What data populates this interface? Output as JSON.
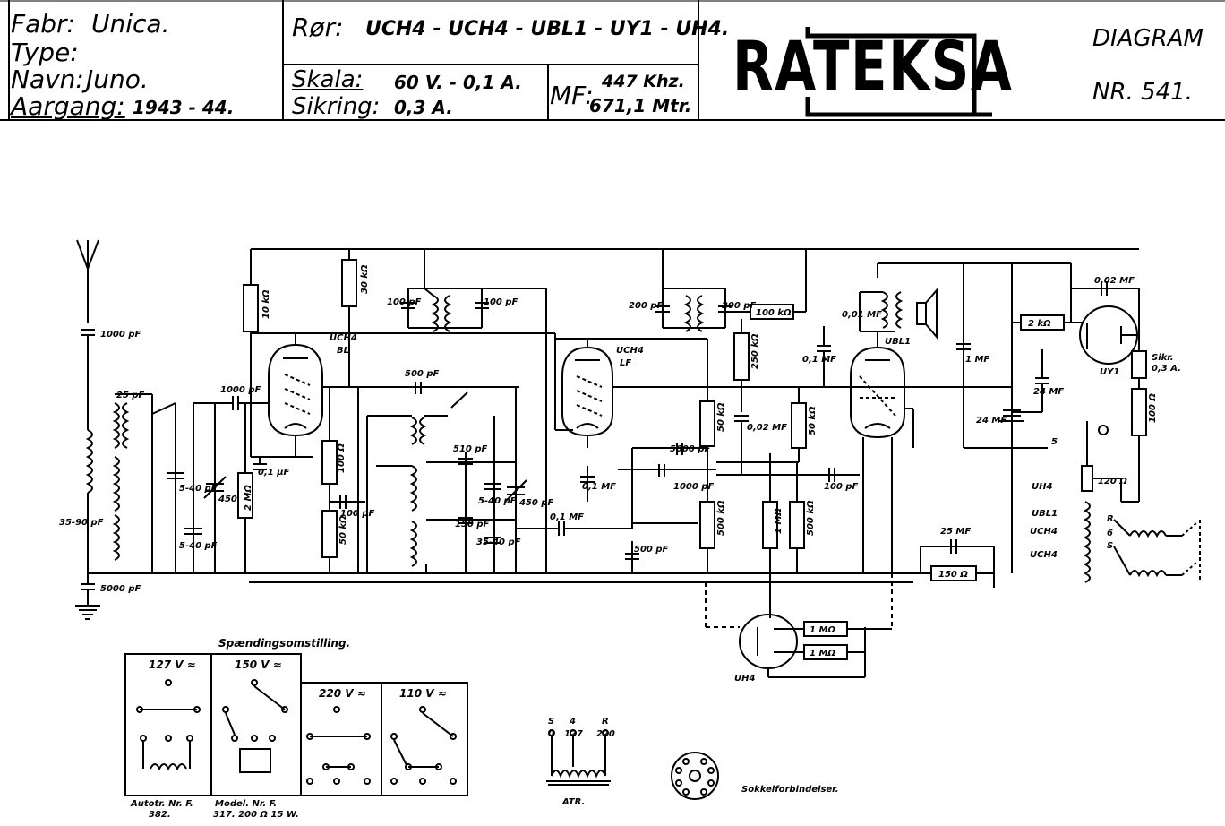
{
  "header": {
    "fabr_label": "Fabr:",
    "fabr_value": "Unica.",
    "type_label": "Type:",
    "navn_label": "Navn:",
    "navn_value": "Juno.",
    "aargang_label": "Aargang:",
    "aargang_value": "1943 - 44.",
    "ror_label": "Rør:",
    "ror_value": "UCH4 - UCH4 - UBL1 - UY1 - UH4.",
    "skala_label": "Skala:",
    "skala_value": "60 V. - 0,1 A.",
    "sikring_label": "Sikring:",
    "sikring_value": "0,3 A.",
    "mf_label": "MF:",
    "mf_value_1": "447 Khz.",
    "mf_value_2": "671,1 Mtr.",
    "logo_text": "RATEKSA",
    "diagram_label": "DIAGRAM",
    "diagram_number": "NR. 541."
  },
  "components": {
    "c_ant": "1000 pF",
    "c_gnd": "5000 pF",
    "c_25": "25 pF",
    "c_trim1": "35-90 pF",
    "c_540a": "5-40 pF",
    "c_540b": "5-40 pF",
    "c_450a": "450",
    "r_2m": "2 MΩ",
    "c_1000g": "1000 pF",
    "c_01a": "0,1 µF",
    "r_10k": "10 kΩ",
    "r_30k": "30 kΩ",
    "tube1": "UCH4",
    "tube1_sub": "BL",
    "c_100a": "100 pF",
    "c_100b": "100 pF",
    "c_500a": "500 pF",
    "r_100": "100 Ω",
    "r_50k": "50 kΩ",
    "c_100c": "100 pF",
    "c_510": "510 pF",
    "c_540c": "5-40 pF",
    "c_150": "150 pF",
    "c_450b": "450 pF",
    "c_3540": "35-40 pF",
    "c_01b": "0,1 MF",
    "tube2": "UCH4",
    "tube2_sub": "LF",
    "c_200a": "200 pF",
    "c_200b": "200 pF",
    "r_100k": "100 kΩ",
    "r_250k": "250 kΩ",
    "c_002": "0,02 MF",
    "c_5000": "5000 pF",
    "c_1000c": "1000 pF",
    "c_01c": "0,1 MF",
    "r_50kb": "50 kΩ",
    "c_500b": "500 pF",
    "r_500k": "500 kΩ",
    "r_1m": "1 MΩ",
    "r_500kb": "500 kΩ",
    "r_50kc": "50 kΩ",
    "c_01d": "0,1 MF",
    "c_001": "0,01 MF",
    "tube3": "UBL1",
    "c_100d": "100 pF",
    "c_1mf": "1 MF",
    "c_24a": "24 MF",
    "c_24b": "24 MF",
    "c_25mf": "25 MF",
    "r_150": "150 Ω",
    "r_2k": "2 kΩ",
    "c_002b": "0,02 MF",
    "tube4": "UY1",
    "sikr": "Sikr.",
    "sikr_val": "0,3 A.",
    "r_100b": "100 Ω",
    "r_120": "120 Ω",
    "uh4_label": "UH4",
    "ubl1_label": "UBL1",
    "uch4_label": "UCH4",
    "uch4b_label": "UCH4",
    "tube5": "UH4",
    "r_1ma": "1 MΩ",
    "r_1mb": "1 MΩ",
    "term_r": "R",
    "term_s": "S",
    "term_6": "6",
    "term_5": "5"
  },
  "voltage": {
    "title": "Spændingsomstilling.",
    "col1": "127 V ≈",
    "col2": "150 V ≈",
    "col3": "220 V ≈",
    "col4": "110 V ≈",
    "cap1a": "Autotr. Nr. F.",
    "cap1b": "382.",
    "cap2a": "Model. Nr. F.",
    "cap2b": "317. 200 Ω 15 W.",
    "atr_s": "S",
    "atr_4": "4",
    "atr_r": "R",
    "atr_0": "0",
    "atr_127": "127",
    "atr_220": "220",
    "atr_label": "ATR.",
    "sokkel": "Sokkelforbindelser."
  }
}
